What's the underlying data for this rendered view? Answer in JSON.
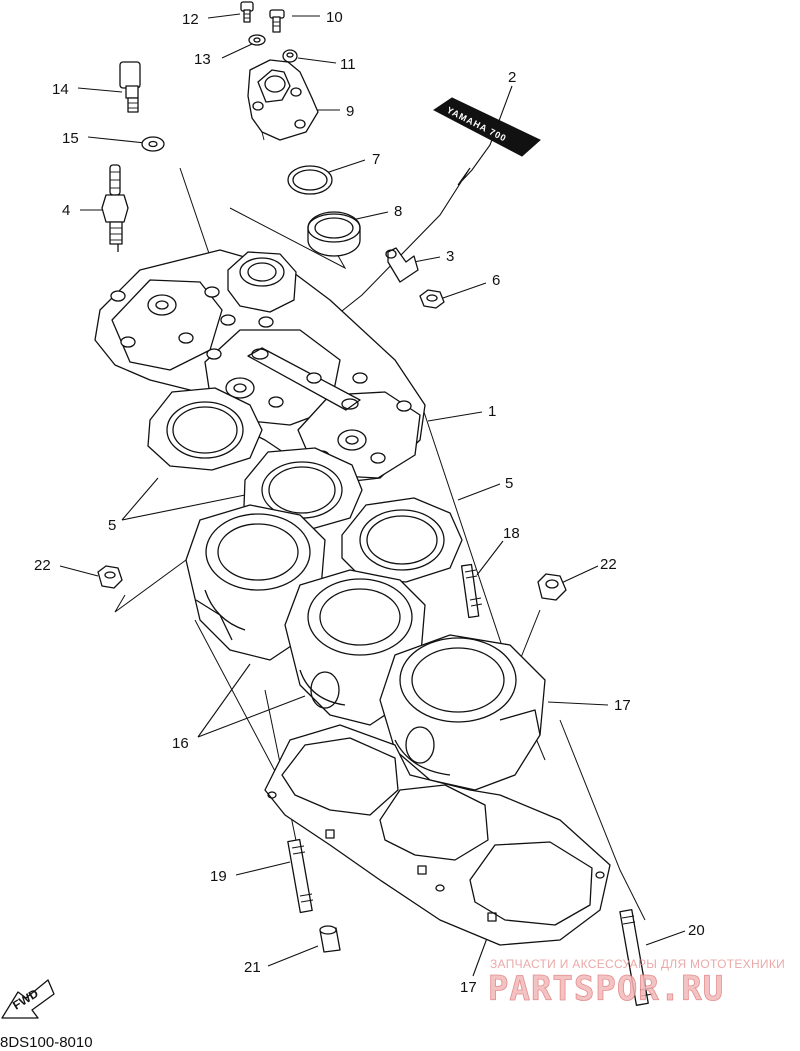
{
  "diagram": {
    "callouts": [
      {
        "id": "c12",
        "text": "12"
      },
      {
        "id": "c10",
        "text": "10"
      },
      {
        "id": "c13",
        "text": "13"
      },
      {
        "id": "c11",
        "text": "11"
      },
      {
        "id": "c14",
        "text": "14"
      },
      {
        "id": "c9",
        "text": "9"
      },
      {
        "id": "c2",
        "text": "2"
      },
      {
        "id": "c15",
        "text": "15"
      },
      {
        "id": "c7",
        "text": "7"
      },
      {
        "id": "c4",
        "text": "4"
      },
      {
        "id": "c8",
        "text": "8"
      },
      {
        "id": "c3",
        "text": "3"
      },
      {
        "id": "c6",
        "text": "6"
      },
      {
        "id": "c1",
        "text": "1"
      },
      {
        "id": "c5a",
        "text": "5"
      },
      {
        "id": "c5b",
        "text": "5"
      },
      {
        "id": "c18",
        "text": "18"
      },
      {
        "id": "c22a",
        "text": "22"
      },
      {
        "id": "c22b",
        "text": "22"
      },
      {
        "id": "c17a",
        "text": "17"
      },
      {
        "id": "c16",
        "text": "16"
      },
      {
        "id": "c19",
        "text": "19"
      },
      {
        "id": "c20",
        "text": "20"
      },
      {
        "id": "c21",
        "text": "21"
      },
      {
        "id": "c17b",
        "text": "17"
      }
    ],
    "part_code": "8DS100-8010",
    "fwd_label": "FWD",
    "decal_text": "YAMAHA 700"
  },
  "watermark": {
    "caption": "ЗАПЧАСТИ И АКСЕССУАРЫ ДЛЯ МОТОТЕХНИКИ",
    "brand": "PARTSPOR.RU",
    "color": "#e07a7a"
  }
}
